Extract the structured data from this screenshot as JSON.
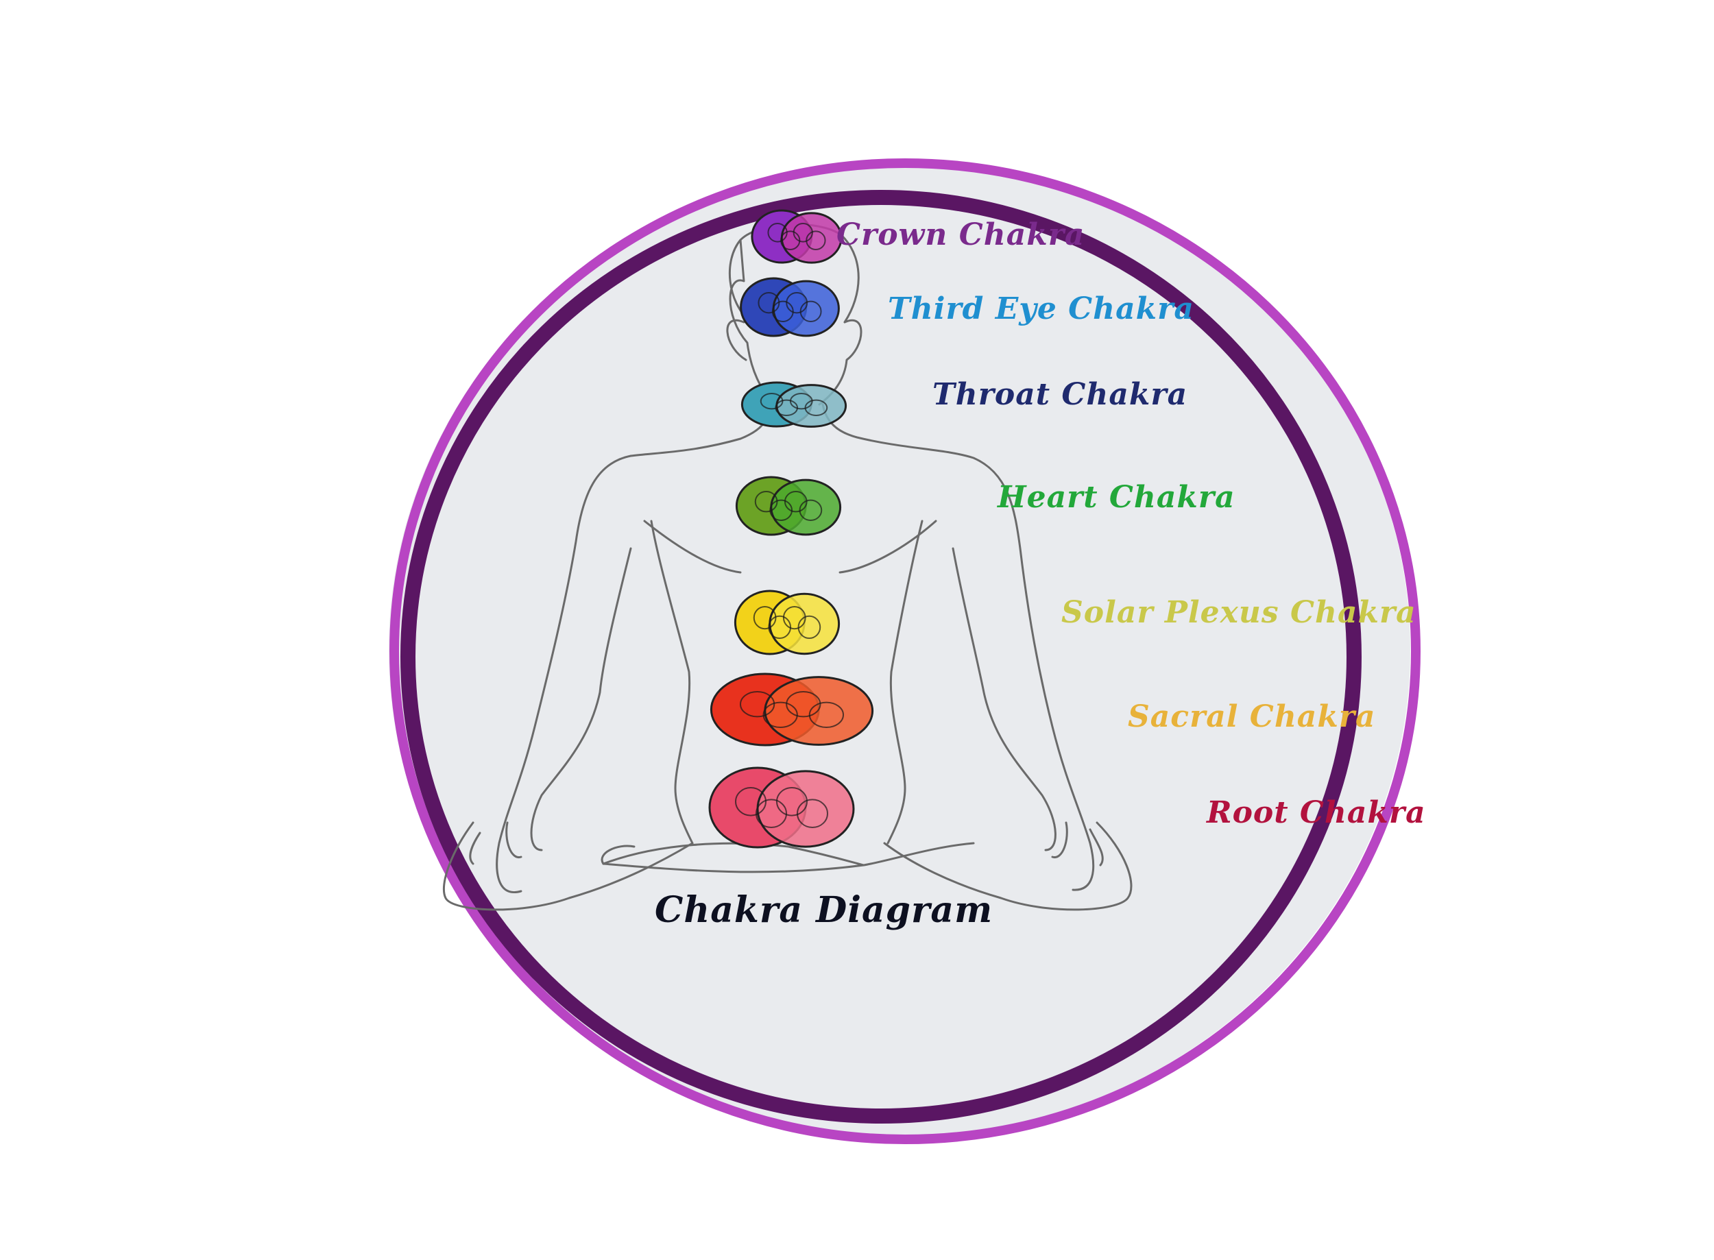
{
  "diagram": {
    "title": "Chakra Diagram",
    "colors": {
      "outer_ring": "#b845c3",
      "inner_ring": "#5a1663",
      "disc_fill": "#e9ebee",
      "figure_line": "#6a6a6a",
      "title_color": "#0d1020"
    },
    "chakras": [
      {
        "name": "crown",
        "label": "Crown Chakra",
        "color": "#7a2a8c",
        "fill": "#8e2fc4",
        "fill2": "#c23aa8"
      },
      {
        "name": "third-eye",
        "label": "Third Eye Chakra",
        "color": "#1f8fd0",
        "fill": "#2f47b8",
        "fill2": "#3b5fd8"
      },
      {
        "name": "throat",
        "label": "Throat Chakra",
        "color": "#1f2a6e",
        "fill": "#3fa3b8",
        "fill2": "#7fb6c2"
      },
      {
        "name": "heart",
        "label": "Heart Chakra",
        "color": "#23a83a",
        "fill": "#6ca326",
        "fill2": "#4caa2e"
      },
      {
        "name": "solar-plexus",
        "label": "Solar Plexus Chakra",
        "color": "#c9c84a",
        "fill": "#f2d21a",
        "fill2": "#f6e23a"
      },
      {
        "name": "sacral",
        "label": "Sacral Chakra",
        "color": "#e8b23a",
        "fill": "#e8321e",
        "fill2": "#f05a2a"
      },
      {
        "name": "root",
        "label": "Root Chakra",
        "color": "#b2123e",
        "fill": "#e84a6a",
        "fill2": "#f06e88"
      }
    ]
  }
}
